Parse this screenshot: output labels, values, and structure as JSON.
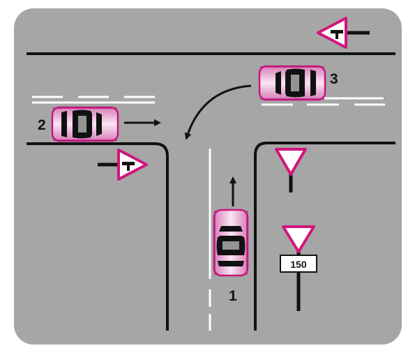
{
  "vehicles": [
    {
      "id": "car-1",
      "label": "1"
    },
    {
      "id": "car-2",
      "label": "2"
    },
    {
      "id": "car-3",
      "label": "3"
    }
  ],
  "signs": {
    "distance_plate": "150",
    "types": [
      "yield",
      "yield-with-distance-plate",
      "main-road-direction",
      "main-road-direction"
    ]
  },
  "colors": {
    "background": "#a6a6a6",
    "car_body": "#e4a9cf",
    "car_outline": "#c2187c",
    "sign_border": "#d0167b",
    "lines": "#111111",
    "markings": "#ffffff"
  }
}
